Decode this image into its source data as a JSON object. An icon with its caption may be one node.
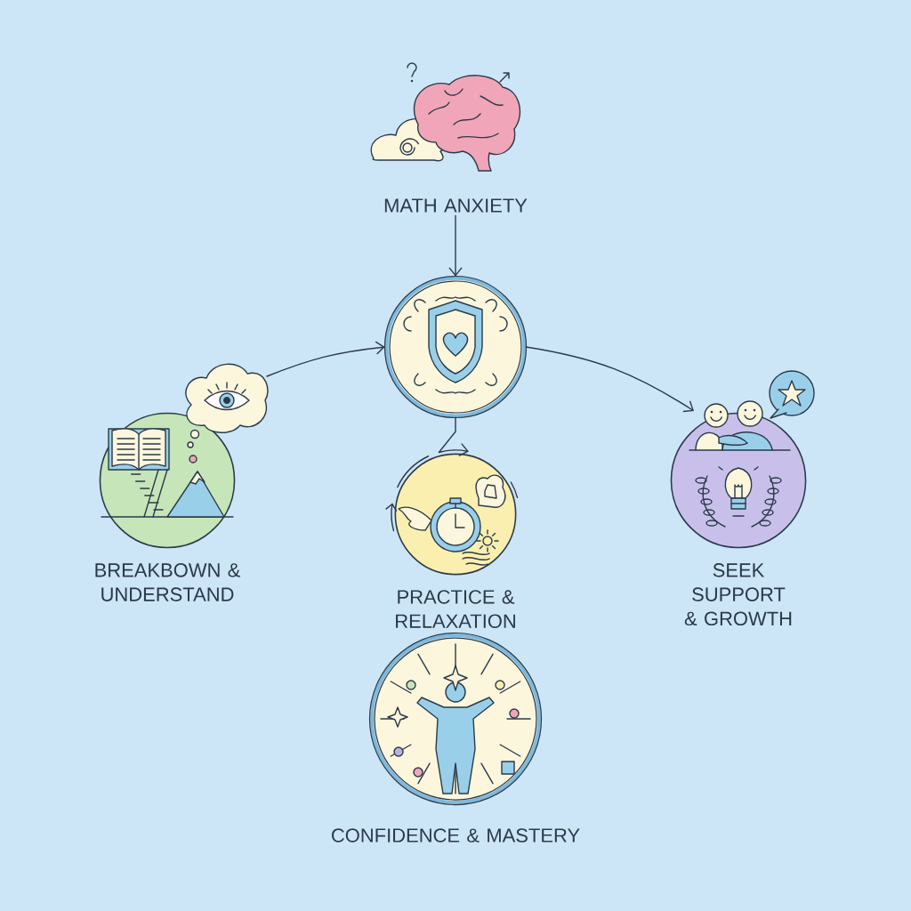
{
  "diagram": {
    "nodes": [
      {
        "text": [
          "MATH ANXIETY"
        ]
      },
      {
        "text": [],
        "shape": "circle"
      },
      {
        "text": [
          "BREAKBOWN & UNDERSTAND"
        ]
      },
      {
        "text": [
          "PRACTICE & RELAXATION"
        ]
      },
      {
        "text": [
          "SEEK SUPPORT & GROWTH"
        ]
      },
      {
        "text": [
          "CONFIDENCE & MASTERY"
        ]
      }
    ],
    "edges": [
      {
        "from": 0,
        "to": 1,
        "arrow": "to"
      },
      {
        "from": 2,
        "to": 1,
        "arrow": "to"
      },
      {
        "from": 1,
        "to": 4,
        "arrow": "to"
      },
      {
        "from": 1,
        "to": 3,
        "arrow": "to"
      }
    ]
  }
}
